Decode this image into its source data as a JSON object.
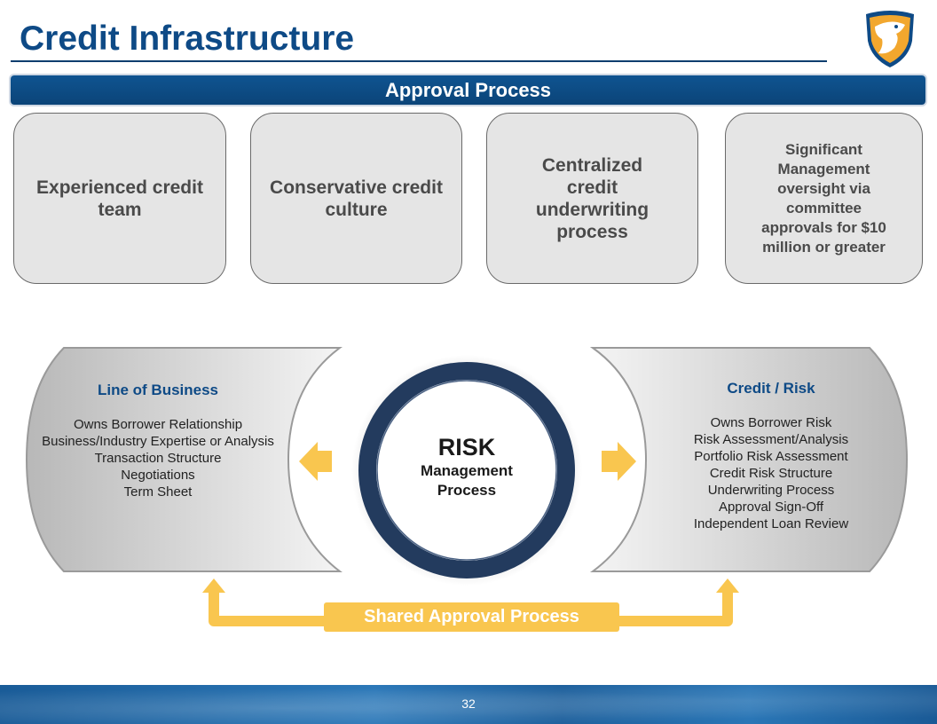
{
  "header": {
    "title": "Credit Infrastructure"
  },
  "banner": {
    "label": "Approval Process"
  },
  "approval_boxes": [
    {
      "label": "Experienced credit team"
    },
    {
      "label": "Conservative credit culture"
    },
    {
      "label": "Centralized credit underwriting process"
    },
    {
      "label": "Significant Management oversight via committee approvals for $10 million or greater"
    }
  ],
  "line_of_business": {
    "heading": "Line of Business",
    "items": [
      "Owns Borrower Relationship",
      "Business/Industry Expertise or Analysis",
      "Transaction Structure",
      "Negotiations",
      "Term Sheet"
    ]
  },
  "credit_risk": {
    "heading": "Credit / Risk",
    "items": [
      "Owns Borrower Risk",
      "Risk Assessment/Analysis",
      "Portfolio Risk Assessment",
      "Credit Risk Structure",
      "Underwriting Process",
      "Approval Sign-Off",
      "Independent Loan Review"
    ]
  },
  "center": {
    "title": "RISK",
    "subtitle": "Management Process"
  },
  "shared": {
    "label": "Shared Approval Process"
  },
  "footer": {
    "page_number": "32"
  },
  "colors": {
    "brand_blue": "#0e4a86",
    "ring_navy": "#233b5e",
    "arrow_gold": "#f9c64f",
    "box_fill": "#e5e5e5"
  },
  "icons": {
    "logo": "eagle-shield-logo",
    "left_arrow": "arrow-left-icon",
    "right_arrow": "arrow-right-icon"
  }
}
